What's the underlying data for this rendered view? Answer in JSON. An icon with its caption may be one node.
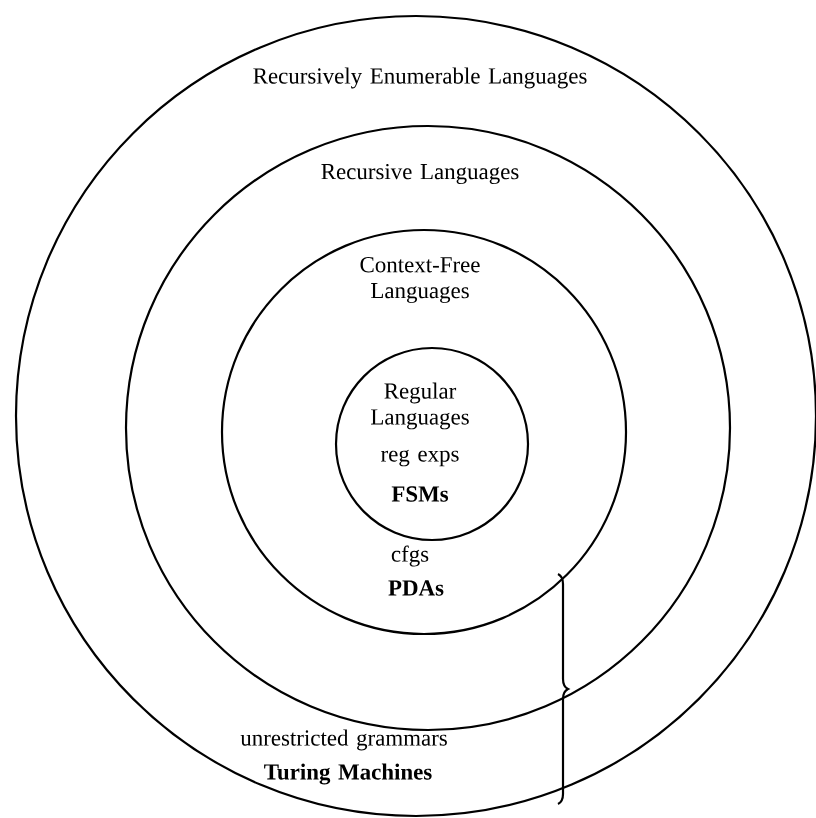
{
  "diagram": {
    "nodes": [
      {
        "text": [
          "Recursively Enumerable Languages",
          "unrestricted grammars",
          "Turing Machines"
        ]
      },
      {
        "text": [
          "Recursive Languages"
        ],
        "in": 0
      },
      {
        "text": [
          "Context-Free Languages",
          "cfgs",
          "PDAs"
        ],
        "in": 1
      },
      {
        "text": [
          "Regular Languages",
          "reg exps",
          "FSMs"
        ],
        "in": 2
      }
    ]
  }
}
